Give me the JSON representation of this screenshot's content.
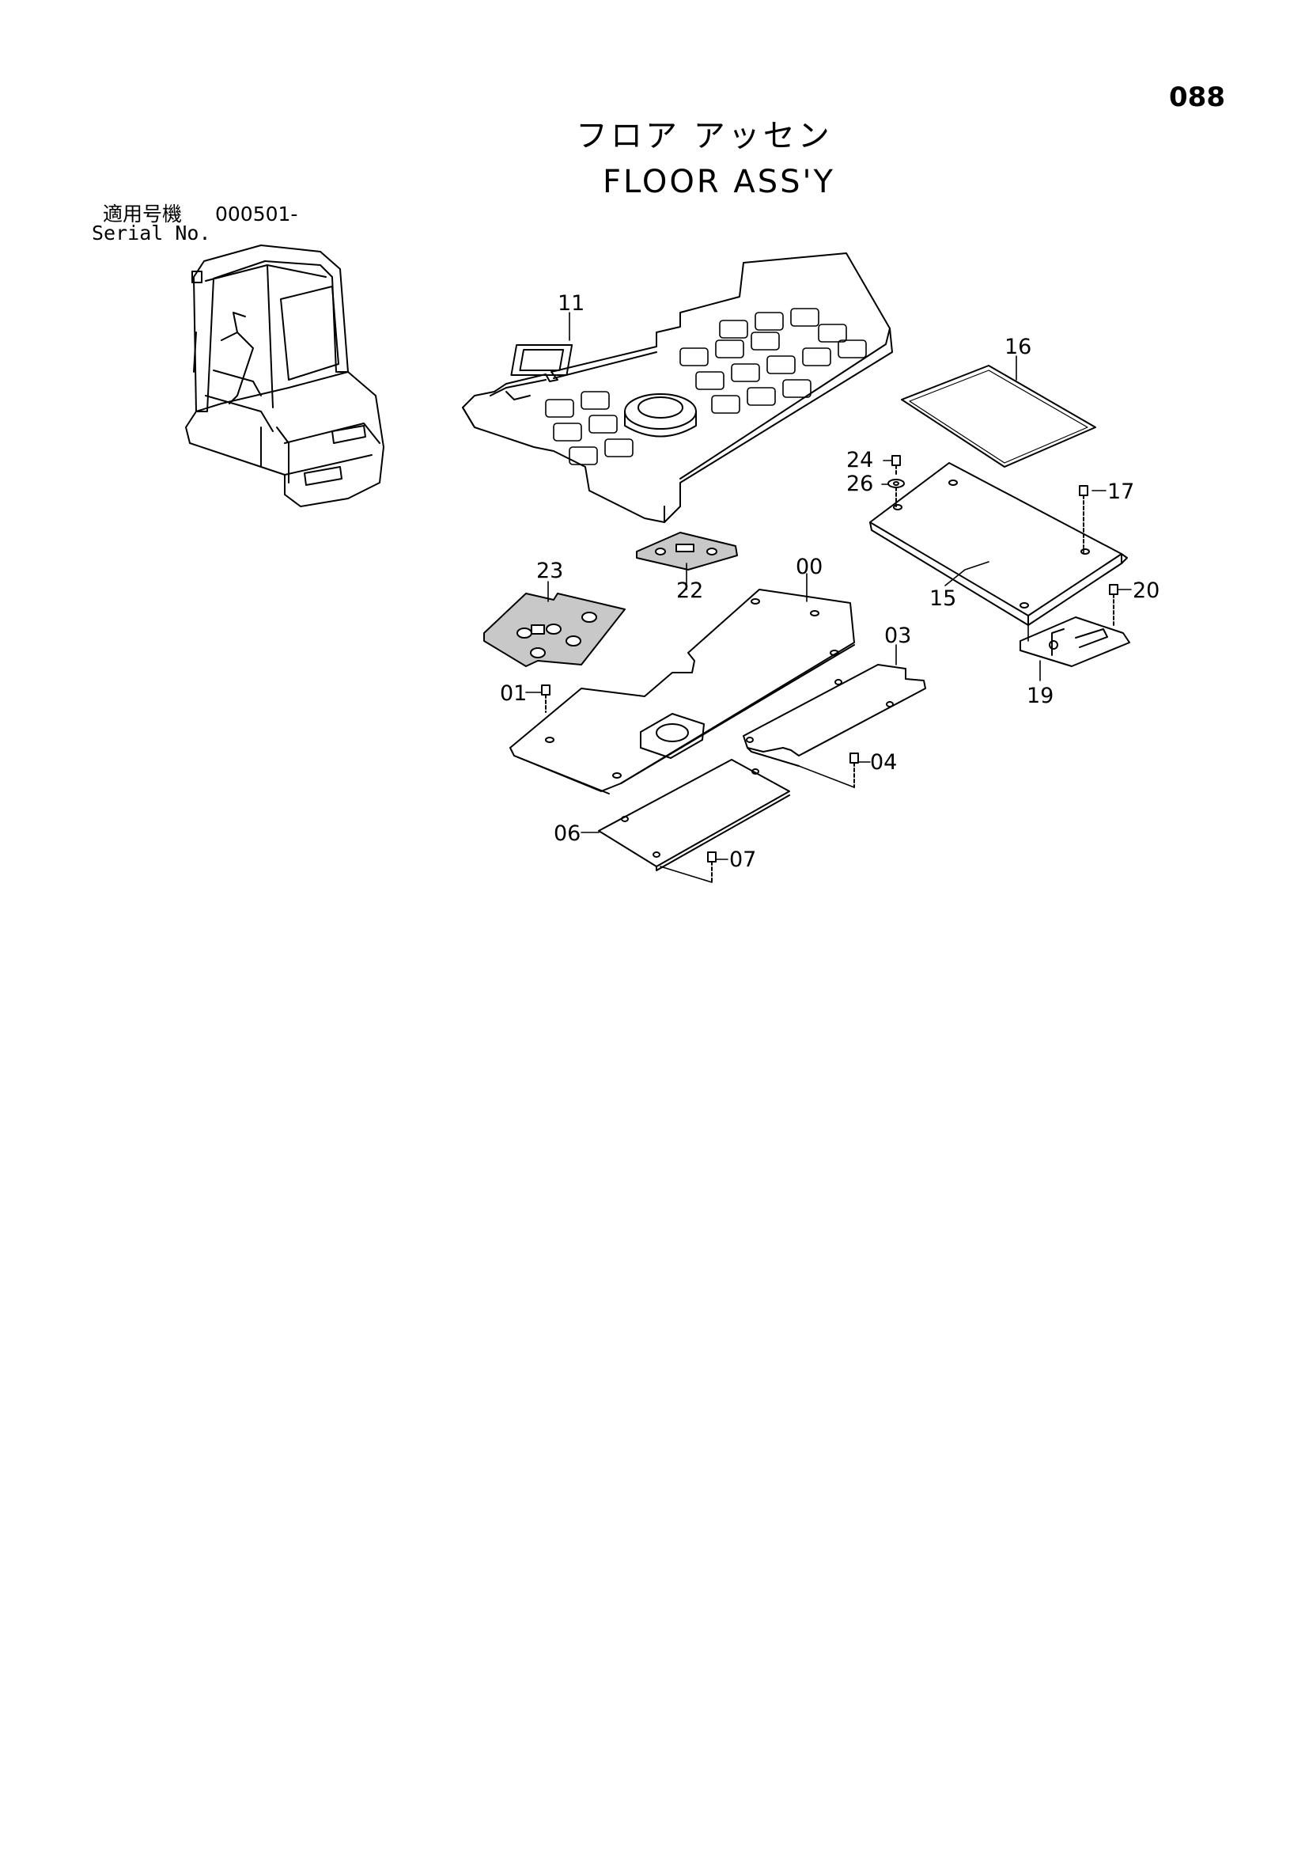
{
  "page_number": "088",
  "title_jp": "フロア アッセン",
  "title_en": "FLOOR ASS'Y",
  "serial": {
    "label_jp": "適用号機",
    "value": "000501-",
    "label_en": "Serial No."
  },
  "callouts": {
    "p11": "11",
    "p16": "16",
    "p24": "24",
    "p26": "26",
    "p17": "17",
    "p23": "23",
    "p22": "22",
    "p00": "00",
    "p15": "15",
    "p20": "20",
    "p03": "03",
    "p19": "19",
    "p01": "01",
    "p04": "04",
    "p06": "06",
    "p07": "07"
  }
}
